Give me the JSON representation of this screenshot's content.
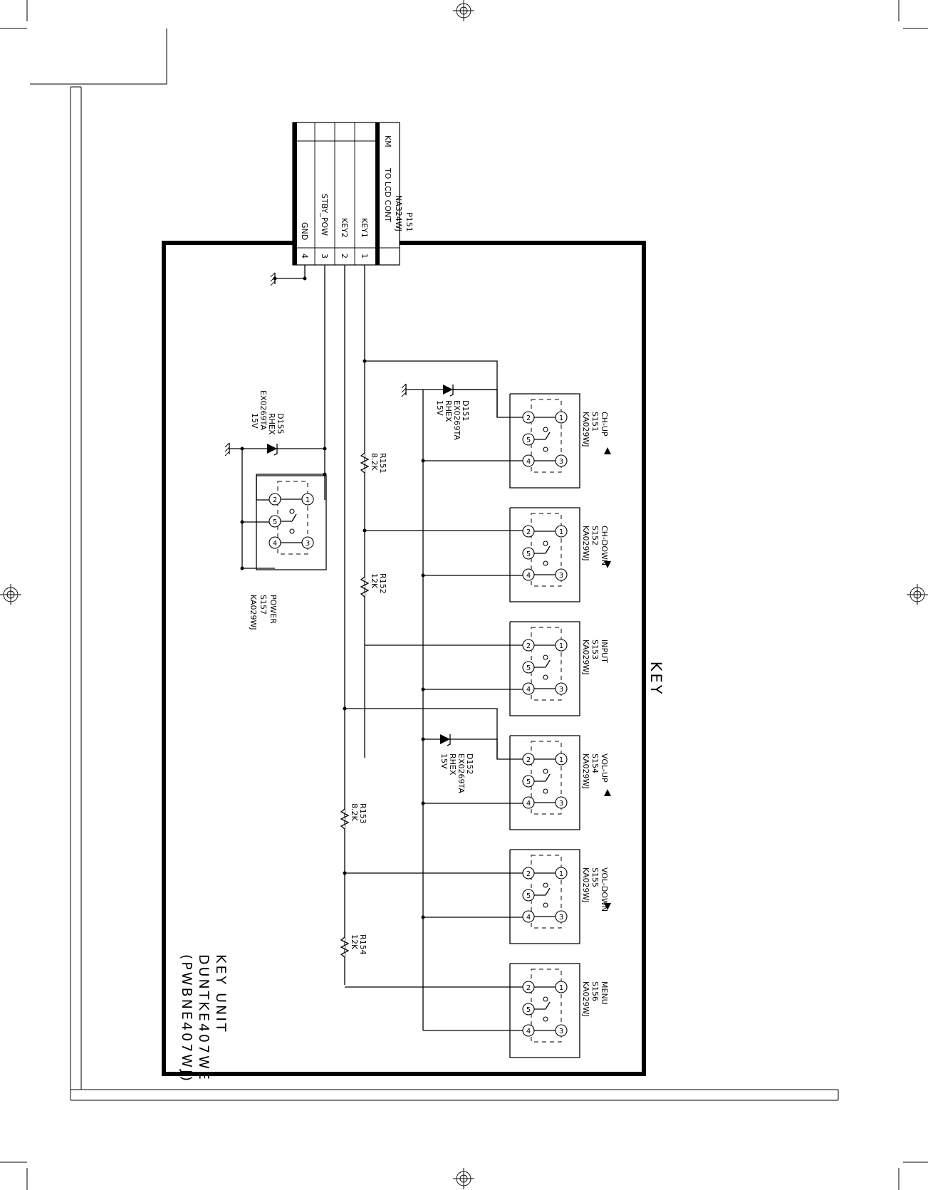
{
  "sheet_title": "KEY",
  "unit": {
    "line1": "KEY UNIT",
    "line2": "DUNTKE407WE",
    "line3": "(PWBNE407WJ)"
  },
  "connector": {
    "ref": "P151",
    "part": "NA324WJ",
    "dest": "TO LCD CONT",
    "tag": "KM",
    "pins": [
      {
        "num": "1",
        "signal": "KEY1"
      },
      {
        "num": "2",
        "signal": "KEY2"
      },
      {
        "num": "3",
        "signal": "STBY_POW"
      },
      {
        "num": "4",
        "signal": "GND"
      }
    ]
  },
  "switches": [
    {
      "id": "s151",
      "name": "CH-UP",
      "ref": "S151",
      "part": "KA029WJ",
      "arrow": "up"
    },
    {
      "id": "s152",
      "name": "CH-DOWN",
      "ref": "S152",
      "part": "KA029WJ",
      "arrow": "down"
    },
    {
      "id": "s153",
      "name": "INPUT",
      "ref": "S153",
      "part": "KA029WJ",
      "arrow": ""
    },
    {
      "id": "s154",
      "name": "VOL-UP",
      "ref": "S154",
      "part": "KA029WJ",
      "arrow": "up"
    },
    {
      "id": "s155",
      "name": "VOL-DOWN",
      "ref": "S155",
      "part": "KA029WJ",
      "arrow": "down"
    },
    {
      "id": "s156",
      "name": "MENU",
      "ref": "S156",
      "part": "KA029WJ",
      "arrow": ""
    },
    {
      "id": "s157",
      "name": "POWER",
      "ref": "S157",
      "part": "KA029WJ",
      "arrow": ""
    }
  ],
  "resistors": [
    {
      "id": "r151",
      "ref": "R151",
      "value": "8.2K"
    },
    {
      "id": "r152",
      "ref": "R152",
      "value": "12K"
    },
    {
      "id": "r153",
      "ref": "R153",
      "value": "8.2K"
    },
    {
      "id": "r154",
      "ref": "R154",
      "value": "12K"
    }
  ],
  "diodes": [
    {
      "id": "d151",
      "ref": "D151",
      "part": "RHEX",
      "model": "EX0269TA",
      "voltage": "15V"
    },
    {
      "id": "d152",
      "ref": "D152",
      "part": "RHEX",
      "model": "EX0269TA",
      "voltage": "15V"
    },
    {
      "id": "d155",
      "ref": "D155",
      "part": "RHEX",
      "model": "EX0269TA",
      "voltage": "15V"
    }
  ],
  "pin_numbers": [
    "1",
    "2",
    "3",
    "4",
    "5"
  ],
  "colors": {
    "ink": "#000000",
    "paper": "#ffffff"
  }
}
